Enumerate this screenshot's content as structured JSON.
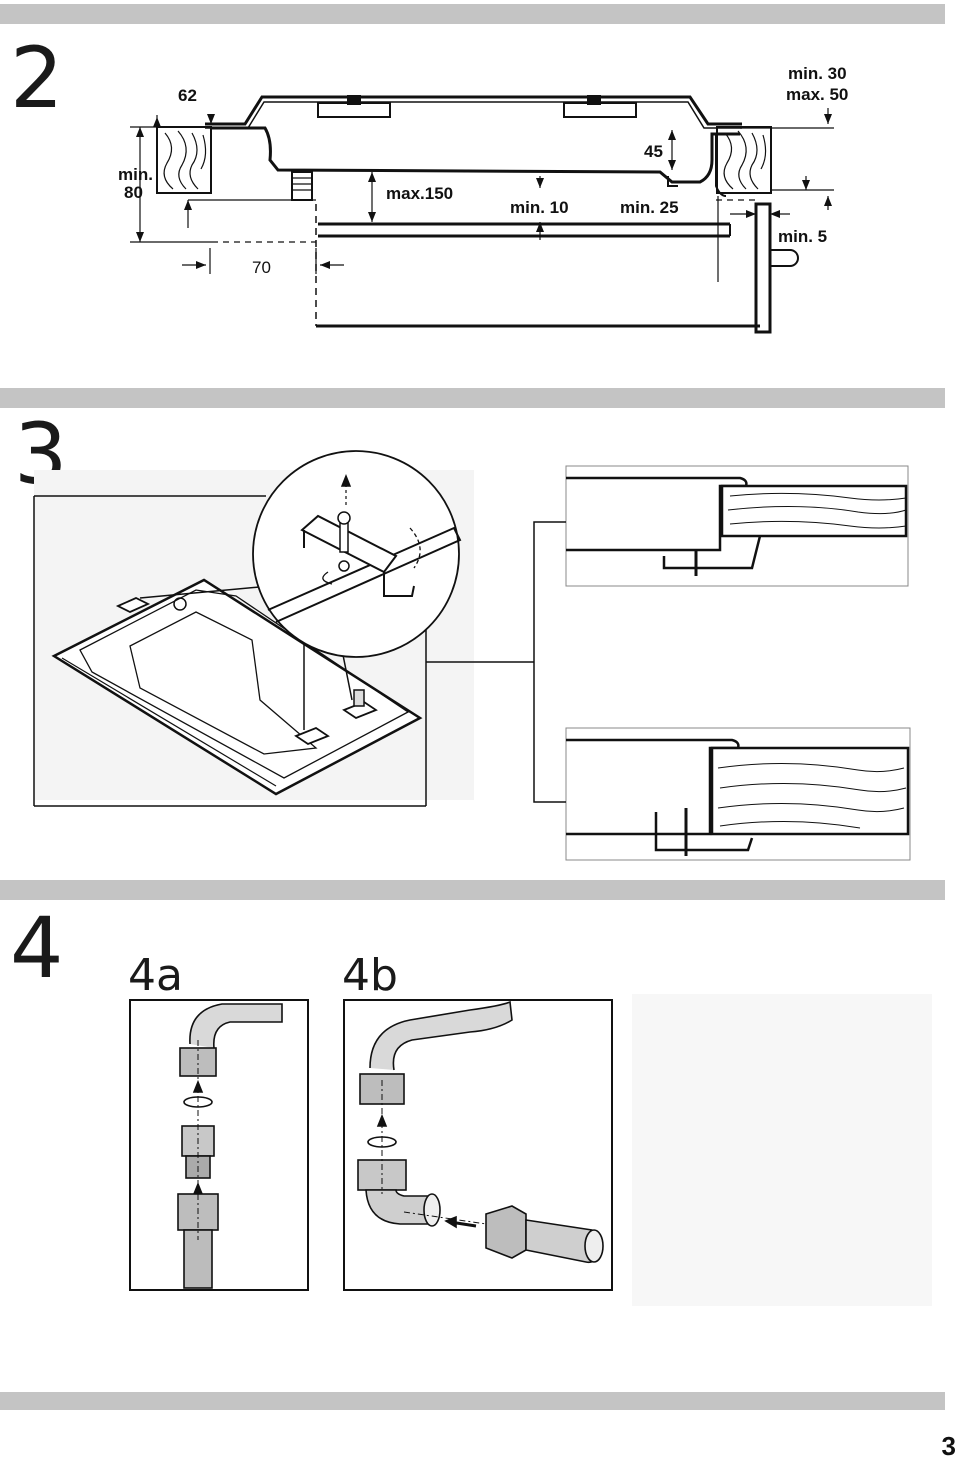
{
  "sections": [
    {
      "number": "2"
    },
    {
      "number": "3"
    },
    {
      "number": "4",
      "sub_a": "4a",
      "sub_b": "4b"
    }
  ],
  "fig2": {
    "labels": {
      "d62": "62",
      "min80_a": "min.",
      "min80_b": "80",
      "d70": "70",
      "max150": "max.150",
      "min10": "min. 10",
      "min25": "min. 25",
      "d45": "45",
      "min30": "min. 30",
      "max50": "max. 50",
      "min5": "min. 5"
    }
  },
  "page_number": "3",
  "colors": {
    "bar": "#c4c4c4",
    "ink": "#111111"
  }
}
